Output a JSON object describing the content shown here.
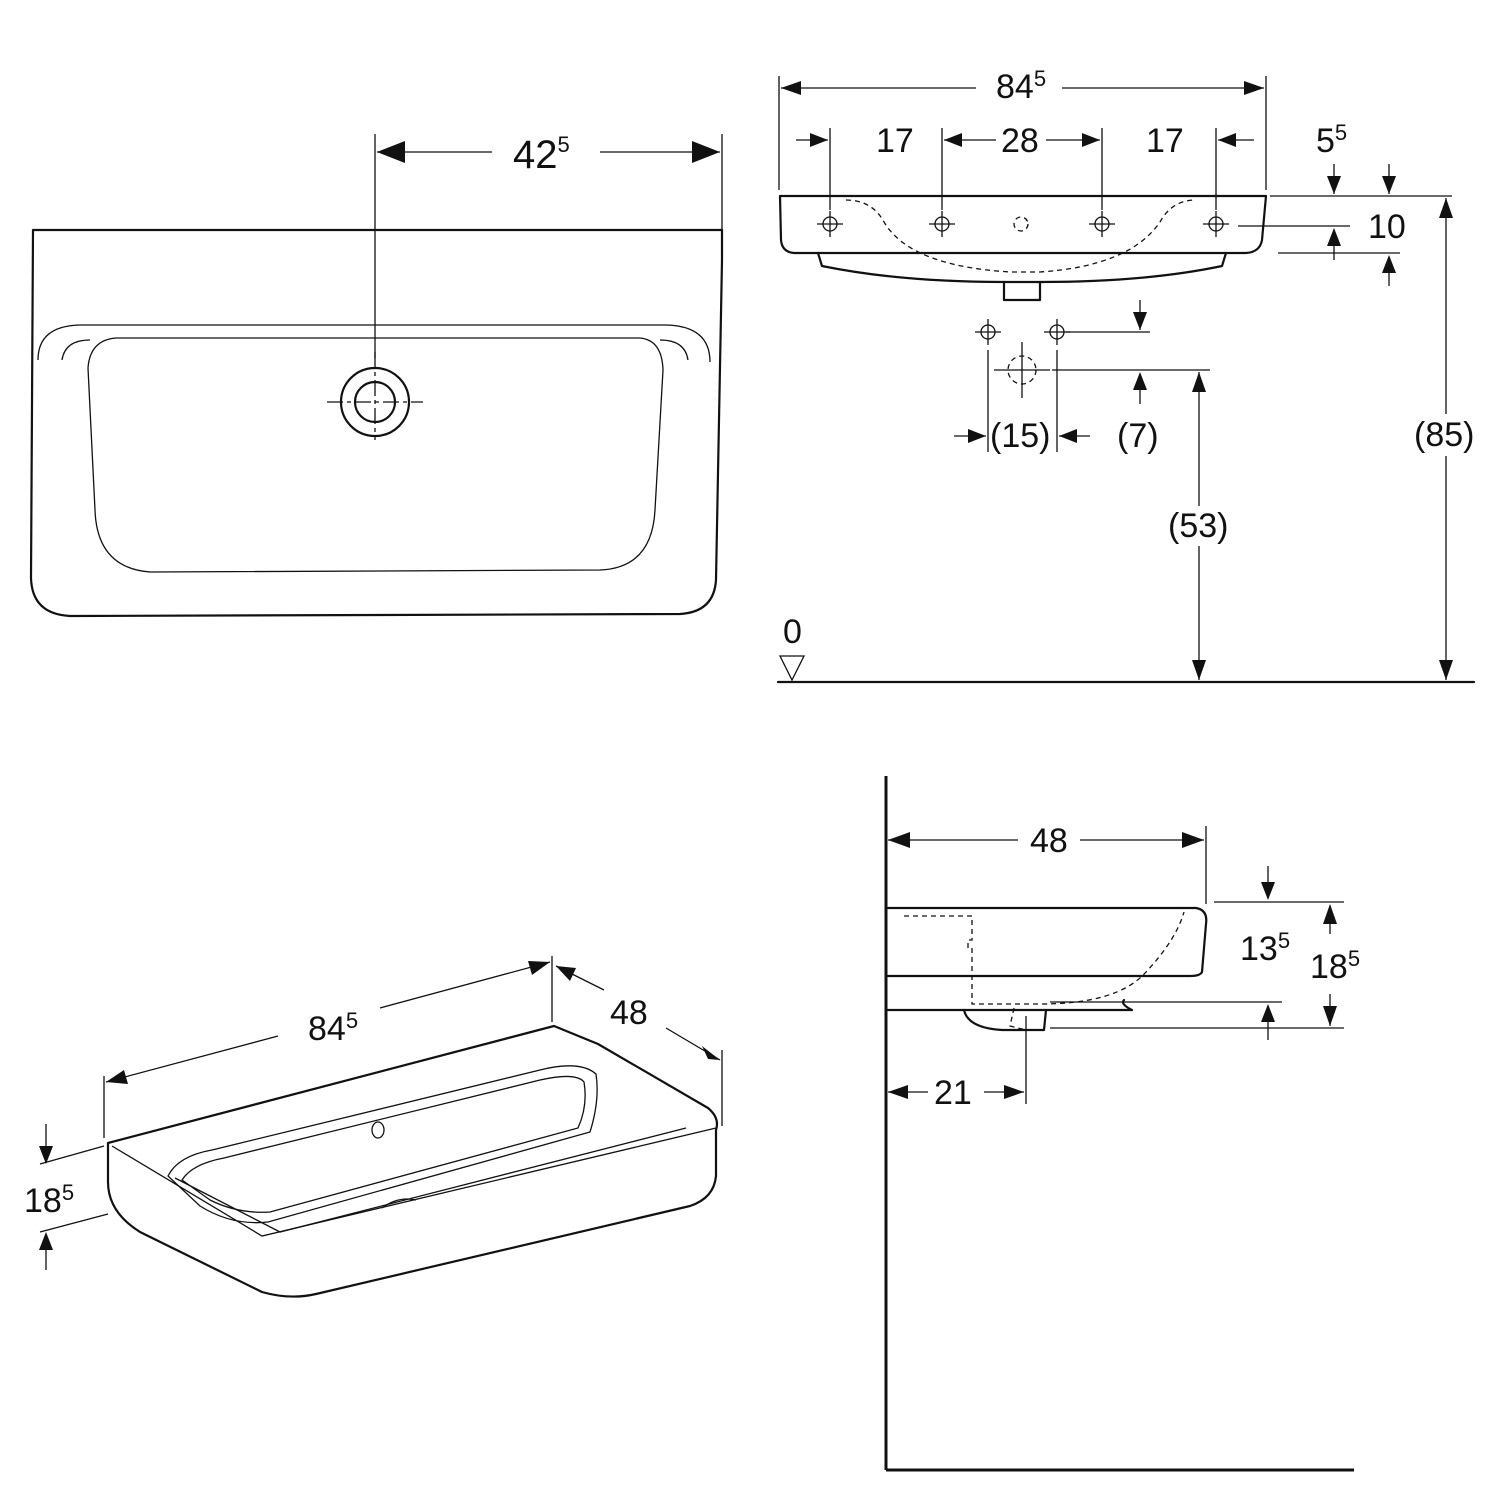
{
  "top_view": {
    "overflow_offset": {
      "value": "42",
      "sup": "5"
    }
  },
  "front_view": {
    "width": {
      "value": "84",
      "sup": "5"
    },
    "hole_spacing_left": "17",
    "hole_spacing_mid": "28",
    "hole_spacing_right": "17",
    "rim_offset": {
      "value": "5",
      "sup": "5"
    },
    "rim_height": "10",
    "tap_spacing": "(15)",
    "tap_drop": "(7)",
    "drain_height": "(53)",
    "total_height": "(85)",
    "floor_level": "0"
  },
  "iso_view": {
    "width": {
      "value": "84",
      "sup": "5"
    },
    "depth": "48",
    "height": {
      "value": "18",
      "sup": "5"
    }
  },
  "side_view": {
    "depth": "48",
    "bowl_depth": {
      "value": "13",
      "sup": "5"
    },
    "total_height": {
      "value": "18",
      "sup": "5"
    },
    "drain_offset": "21"
  },
  "colors": {
    "line": "#111111",
    "background": "#ffffff"
  }
}
